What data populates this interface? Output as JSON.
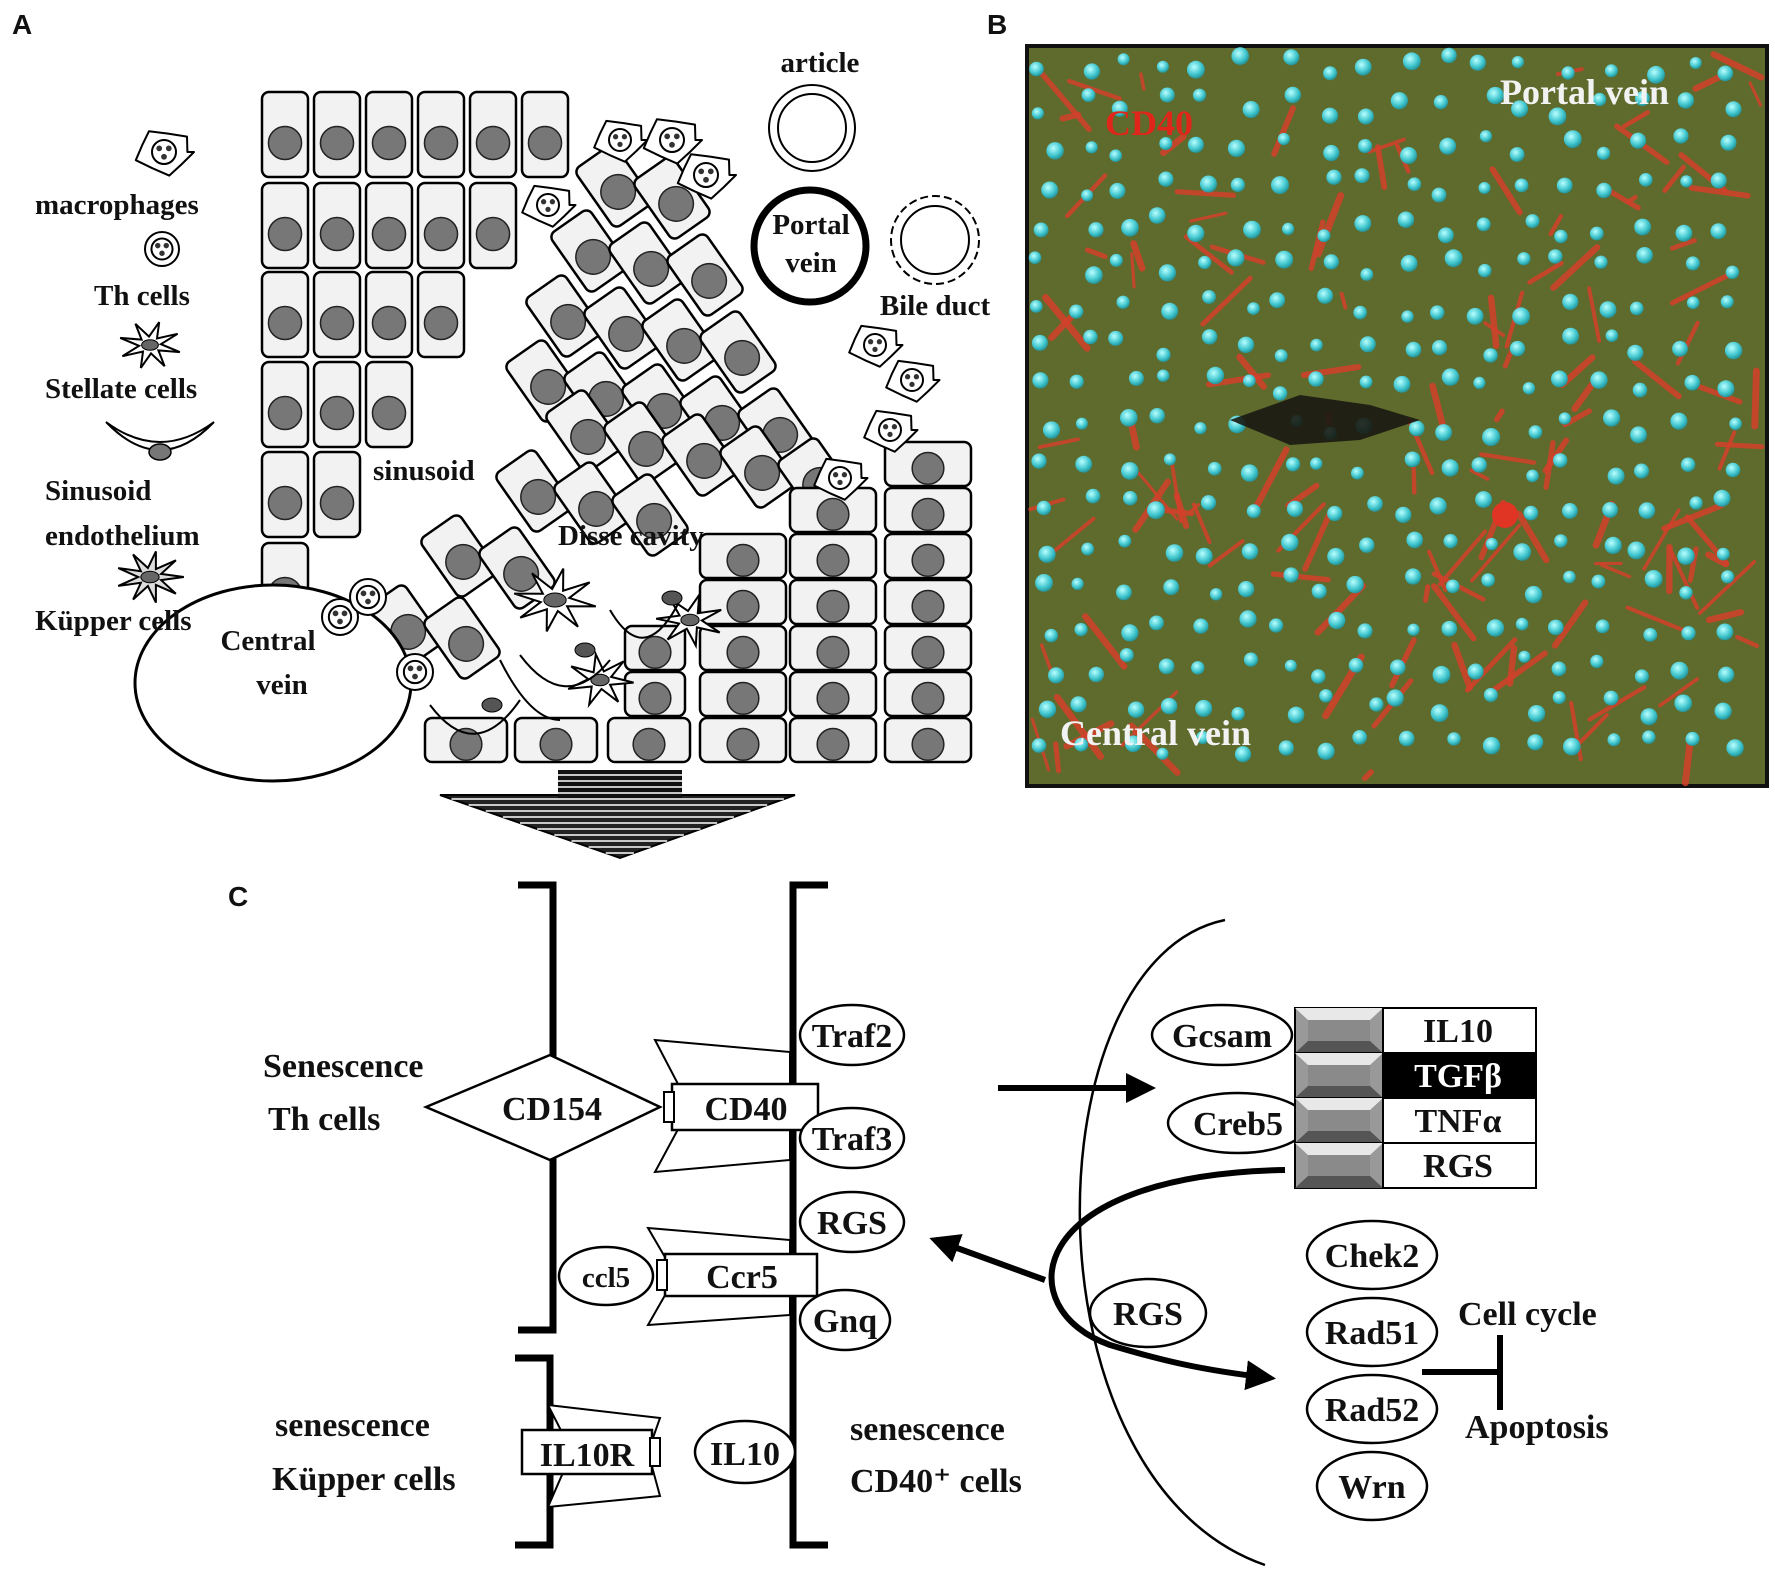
{
  "panels": {
    "a": {
      "letter": "A",
      "legend": {
        "macrophages": "macrophages",
        "th_cells": "Th cells",
        "stellate_cells": "Stellate cells",
        "sinusoid_line1": "Sinusoid",
        "sinusoid_line2": "endothelium",
        "kupper_cells": "Küpper   cells"
      },
      "labels": {
        "article": "article",
        "portal_vein_line1": "Portal",
        "portal_vein_line2": "vein",
        "bile_duct": "Bile duct",
        "sinusoid": "sinusoid",
        "disse_cavity": "Disse cavity",
        "central_vein_line1": "Central",
        "central_vein_line2": "vein"
      }
    },
    "b": {
      "letter": "B",
      "labels": {
        "cd40": "CD40",
        "portal_vein": "Portal  vein",
        "central_vein": "Central  vein"
      },
      "colors": {
        "background": "#5a6a2a",
        "stain_red": "#d83a2a",
        "nuclei": "#4fd0d8"
      }
    },
    "c": {
      "letter": "C",
      "left": {
        "th_line1": "Senescence",
        "th_line2": "Th cells",
        "kupper_line1": "senescence",
        "kupper_line2": "Küpper cells",
        "cd154": "CD154",
        "ccl5": "ccl5",
        "il10r": "IL10R",
        "il10": "IL10"
      },
      "membrane": {
        "cd40": "CD40",
        "ccr5": "Ccr5",
        "traf2": "Traf2",
        "traf3": "Traf3",
        "rgs": "RGS",
        "gnq": "Gnq",
        "cd40_cells_line1": "senescence",
        "cd40_cells_line2": "CD40⁺ cells"
      },
      "nucleus": {
        "gcsam": "Gcsam",
        "creb5": "Creb5",
        "genes": [
          "IL10",
          "TGFβ",
          "TNFα",
          "RGS"
        ],
        "rgs_protein": "RGS",
        "repair": [
          "Chek2",
          "Rad51",
          "Rad52",
          "Wrn"
        ],
        "cell_cycle": "Cell cycle",
        "apoptosis": "Apoptosis"
      }
    }
  }
}
